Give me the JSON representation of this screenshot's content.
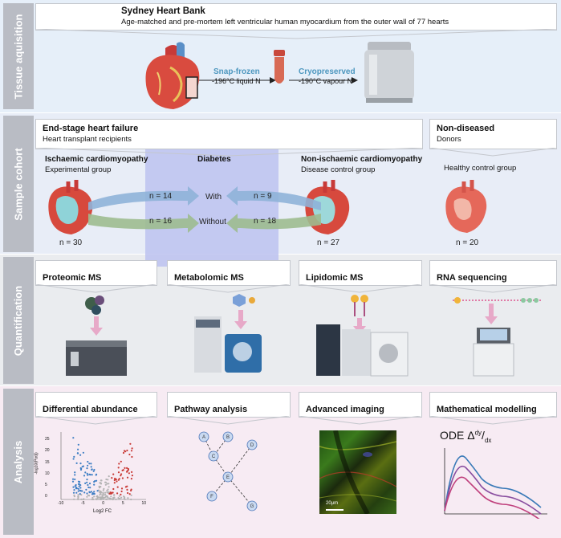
{
  "tissue": {
    "side_label": "Tissue aquisition",
    "bank_title": "Sydney Heart Bank",
    "bank_desc": "Age-matched and pre-mortem left ventricular human myocardium from the outer wall of 77 hearts",
    "snap_title": "Snap-frozen",
    "snap_desc": "-196°C liquid N",
    "cryo_title": "Cryopreserved",
    "cryo_desc": "-190°C vapour N"
  },
  "cohort": {
    "side_label": "Sample cohort",
    "hf_title": "End-stage heart failure",
    "hf_sub": "Heart transplant recipients",
    "nd_title": "Non-diseased",
    "nd_sub": "Donors",
    "icm_title": "Ischaemic cardiomyopathy",
    "icm_sub": "Experimental group",
    "diabetes": "Diabetes",
    "nicm_title": "Non-ischaemic cardiomyopathy",
    "nicm_sub": "Disease control group",
    "healthy": "Healthy control group",
    "with": "With",
    "without": "Without",
    "n_icm_with": "n = 14",
    "n_icm_without": "n = 16",
    "n_nicm_with": "n = 9",
    "n_nicm_without": "n = 18",
    "n_icm": "n =  30",
    "n_nicm": "n = 27",
    "n_nd": "n =  20"
  },
  "quant": {
    "side_label": "Quantification",
    "items": [
      "Proteomic MS",
      "Metabolomic MS",
      "Lipidomic MS",
      "RNA sequencing"
    ]
  },
  "analysis": {
    "side_label": "Analysis",
    "items": [
      "Differential abundance",
      "Pathway analysis",
      "Advanced imaging",
      "Mathematical modelling"
    ],
    "volcano_xlabel": "Log2 FC",
    "volcano_ylabel": "-log10(Padj)",
    "volcano_yticks": [
      "25",
      "20",
      "15",
      "10",
      "5",
      "0"
    ],
    "volcano_xticks": [
      "-10",
      "-5",
      "0",
      "5",
      "10"
    ],
    "nodes": [
      "A",
      "B",
      "C",
      "D",
      "E",
      "F",
      "G"
    ],
    "scale_bar": "20μm",
    "ode_label": "ODE Δ",
    "ode_frac_num": "dy",
    "ode_frac_den": "dx"
  },
  "colors": {
    "tissue_bg": "#e4eef9",
    "cohort_bg": "#e7ecf6",
    "quant_bg": "#e9ebee",
    "analysis_bg": "#f6e9f2",
    "diabetes_band": "#b8bff0",
    "arrow_blue": "#8fb2d8",
    "arrow_green": "#9dbb8f"
  }
}
